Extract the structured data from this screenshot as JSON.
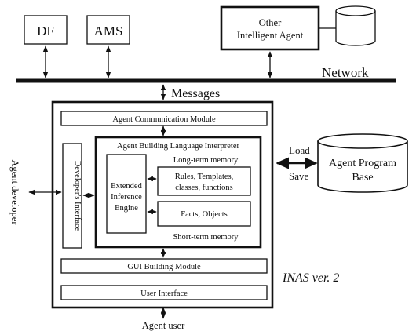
{
  "top_nodes": {
    "df": "DF",
    "ams": "AMS",
    "other_agent_line1": "Other",
    "other_agent_line2": "Intelligent Agent"
  },
  "network_label": "Network",
  "messages_label": "Messages",
  "inas": {
    "version_label": "INAS ver. 2",
    "agent_communication_module": "Agent Communication Module",
    "interpreter_title": "Agent Building Language Interpreter",
    "long_term_memory": "Long-term memory",
    "short_term_memory": "Short-term memory",
    "rules_line1": "Rules, Templates,",
    "rules_line2": "classes, functions",
    "facts": "Facts, Objects",
    "engine_line1": "Extended",
    "engine_line2": "Inference",
    "engine_line3": "Engine",
    "developers_interface": "Developer's Interface",
    "gui_building_module": "GUI Building Module",
    "user_interface": "User Interface"
  },
  "agent_developer": "Agent developer",
  "agent_user": "Agent user",
  "load_label": "Load",
  "save_label": "Save",
  "program_base_line1": "Agent Program",
  "program_base_line2": "Base"
}
